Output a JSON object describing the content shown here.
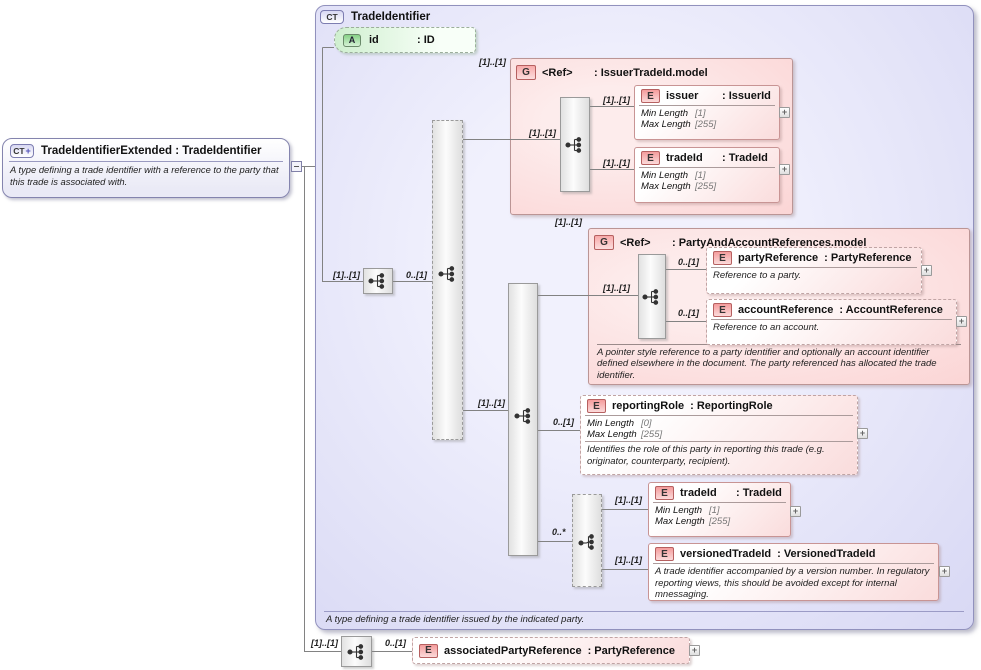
{
  "extended_type": {
    "icon": "CT",
    "icon_plus": "+",
    "title": "TradeIdentifierExtended : TradeIdentifier",
    "description": "A type defining a trade identifier with a reference to the party that this trade is associated with."
  },
  "base_type": {
    "icon": "CT",
    "title": "TradeIdentifier",
    "footer": "A type defining a trade identifier issued by the indicated party."
  },
  "attribute": {
    "icon": "A",
    "name": "id",
    "type": ": ID"
  },
  "facet_labels": {
    "min": "Min Length",
    "max": "Max Length"
  },
  "groups": {
    "issuer_model": {
      "icon": "G",
      "name": "<Ref>",
      "type": ": IssuerTradeId.model",
      "elements": {
        "issuer": {
          "icon": "E",
          "name": "issuer",
          "type": ": IssuerId",
          "min": "[1]",
          "max": "[255]"
        },
        "trade_id": {
          "icon": "E",
          "name": "tradeId",
          "type": ": TradeId",
          "min": "[1]",
          "max": "[255]"
        }
      }
    },
    "party_model": {
      "icon": "G",
      "name": "<Ref>",
      "type": ": PartyAndAccountReferences.model",
      "elements": {
        "party_reference": {
          "icon": "E",
          "name": "partyReference",
          "type": ": PartyReference",
          "description": "Reference to a party."
        },
        "account_reference": {
          "icon": "E",
          "name": "accountReference",
          "type": ": AccountReference",
          "description": "Reference to an account."
        }
      },
      "footer": "A pointer style reference to a party identifier and optionally an account identifier defined elsewhere in the document. The party referenced has allocated the trade identifier."
    }
  },
  "elements": {
    "reporting_role": {
      "icon": "E",
      "name": "reportingRole",
      "type": ": ReportingRole",
      "min": "[0]",
      "max": "[255]",
      "description": "Identifies the role of this party in reporting this trade (e.g. originator, counterparty, recipient)."
    },
    "trade_id_choice": {
      "icon": "E",
      "name": "tradeId",
      "type": ": TradeId",
      "min": "[1]",
      "max": "[255]"
    },
    "versioned_trade_id": {
      "icon": "E",
      "name": "versionedTradeId",
      "type": ": VersionedTradeId",
      "description": "A trade identifier accompanied by a version number. In regulatory reporting views, this should be avoided except for internal mnessaging."
    },
    "associated_party_reference": {
      "icon": "E",
      "name": "associatedPartyReference",
      "type": ": PartyReference"
    }
  },
  "cardinalities": {
    "main": "[1]..[1]",
    "main_opt": "0..[1]",
    "to_issuer_model": "[1]..[1]",
    "issuer_model_inner": "[1]..[1]",
    "issuer": "[1]..[1]",
    "trade_id_inner": "[1]..[1]",
    "to_party_model": "[1]..[1]",
    "party_model_inner": "[1]..[1]",
    "party_reference": "0..[1]",
    "account_reference": "0..[1]",
    "to_lower_seq": "[1]..[1]",
    "reporting_role": "0..[1]",
    "choice": "0..*",
    "trade_id_choice": "[1]..[1]",
    "versioned_trade_id": "[1]..[1]",
    "bottom_seq": "[1]..[1]",
    "associated_party": "0..[1]"
  },
  "plus_label": "+"
}
